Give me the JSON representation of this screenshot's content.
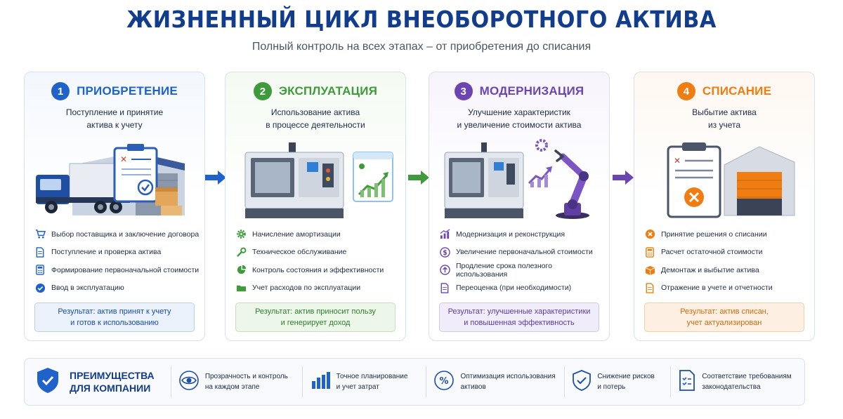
{
  "header": {
    "title": "ЖИЗНЕННЫЙ ЦИКЛ ВНЕОБОРОТНОГО АКТИВА",
    "subtitle": "Полный контроль на всех этапах – от приобретения до списания"
  },
  "colors": {
    "blue": "#1f62c9",
    "green": "#3e9a3a",
    "purple": "#6b45b2",
    "orange": "#ef7d12",
    "navy": "#123c8c"
  },
  "stages": [
    {
      "number": "1",
      "title": "ПРИОБРЕТЕНИЕ",
      "desc1": "Поступление и принятие",
      "desc2": "актива к учету",
      "items": [
        {
          "icon": "cart-icon",
          "label": "Выбор поставщика и заключение договора"
        },
        {
          "icon": "document-icon",
          "label": "Поступление и проверка актива"
        },
        {
          "icon": "calculator-icon",
          "label": "Формирование первоначальной стоимости"
        },
        {
          "icon": "check-circle-icon",
          "label": "Ввод в эксплуатацию"
        }
      ],
      "result1": "Результат: актив принят к учету",
      "result2": "и готов к использованию"
    },
    {
      "number": "2",
      "title": "ЭКСПЛУАТАЦИЯ",
      "desc1": "Использование актива",
      "desc2": "в процессе деятельности",
      "items": [
        {
          "icon": "gear-icon",
          "label": "Начисление амортизации"
        },
        {
          "icon": "wrench-icon",
          "label": "Техническое обслуживание"
        },
        {
          "icon": "pie-chart-icon",
          "label": "Контроль состояния и эффективности"
        },
        {
          "icon": "folder-icon",
          "label": "Учет расходов по эксплуатации"
        }
      ],
      "result1": "Результат: актив приносит пользу",
      "result2": "и генерирует доход"
    },
    {
      "number": "3",
      "title": "МОДЕРНИЗАЦИЯ",
      "desc1": "Улучшение характеристик",
      "desc2": "и увеличение стоимости актива",
      "items": [
        {
          "icon": "bar-chart-icon",
          "label": "Модернизация и реконструкция"
        },
        {
          "icon": "dollar-icon",
          "label": "Увеличение первоначальной стоимости"
        },
        {
          "icon": "arrow-up-circle-icon",
          "label": "Продление срока полезного использования"
        },
        {
          "icon": "document-icon",
          "label": "Переоценка (при необходимости)"
        }
      ],
      "result1": "Результат: улучшенные характеристики",
      "result2": "и повышенная эффективность"
    },
    {
      "number": "4",
      "title": "СПИСАНИЕ",
      "desc1": "Выбытие актива",
      "desc2": "из учета",
      "items": [
        {
          "icon": "x-circle-icon",
          "label": "Принятие решения о списании"
        },
        {
          "icon": "calculator-icon",
          "label": "Расчет остаточной стоимости"
        },
        {
          "icon": "box-icon",
          "label": "Демонтаж и выбытие актива"
        },
        {
          "icon": "document-icon",
          "label": "Отражение в учете и отчетности"
        }
      ],
      "result1": "Результат: актив списан,",
      "result2": "учет актуализирован"
    }
  ],
  "benefits": {
    "title1": "ПРЕИМУЩЕСТВА",
    "title2": "ДЛЯ КОМПАНИИ",
    "items": [
      {
        "icon": "eye-icon",
        "line1": "Прозрачность и контроль",
        "line2": "на каждом этапе"
      },
      {
        "icon": "bar-chart-icon",
        "line1": "Точное планирование",
        "line2": "и учет затрат"
      },
      {
        "icon": "percent-icon",
        "line1": "Оптимизация использования",
        "line2": "активов"
      },
      {
        "icon": "shield-check-icon",
        "line1": "Снижение рисков",
        "line2": "и потерь"
      },
      {
        "icon": "checklist-icon",
        "line1": "Соответствие требованиям",
        "line2": "законодательства"
      }
    ]
  }
}
